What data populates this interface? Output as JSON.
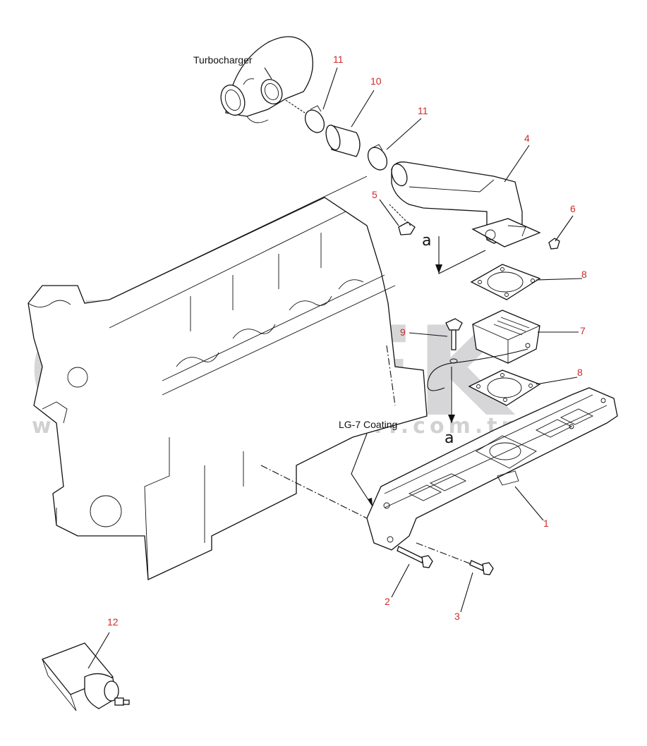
{
  "callouts": [
    {
      "id": "11a",
      "text": "11"
    },
    {
      "id": "10",
      "text": "10"
    },
    {
      "id": "11b",
      "text": "11"
    },
    {
      "id": "4",
      "text": "4"
    },
    {
      "id": "5",
      "text": "5"
    },
    {
      "id": "6",
      "text": "6"
    },
    {
      "id": "8a",
      "text": "8"
    },
    {
      "id": "9",
      "text": "9"
    },
    {
      "id": "7",
      "text": "7"
    },
    {
      "id": "8b",
      "text": "8"
    },
    {
      "id": "1",
      "text": "1"
    },
    {
      "id": "2",
      "text": "2"
    },
    {
      "id": "3",
      "text": "3"
    },
    {
      "id": "12",
      "text": "12"
    }
  ],
  "notes": {
    "turbocharger": "Turbocharger",
    "coating": "LG-7 Coating"
  },
  "refs": {
    "a_top": "a",
    "a_bottom": "a"
  },
  "watermark": {
    "brand": "ÖRNEK",
    "url": "www.ornekismakinalari.com.tr"
  },
  "colors": {
    "callout": "#cc2b2b",
    "line": "#111111",
    "watermark": "#c9c9cc",
    "accent": "#f2c200"
  }
}
